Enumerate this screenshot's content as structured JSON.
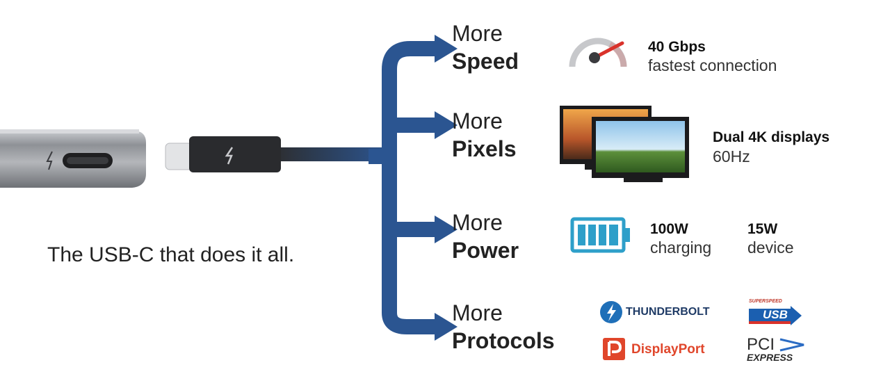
{
  "tagline": "The USB-C that does it all.",
  "features": [
    {
      "word": "More",
      "label": "Speed"
    },
    {
      "word": "More",
      "label": "Pixels"
    },
    {
      "word": "More",
      "label": "Power"
    },
    {
      "word": "More",
      "label": "Protocols"
    }
  ],
  "speed": {
    "value": "40 Gbps",
    "desc": "fastest connection"
  },
  "pixels": {
    "value": "Dual 4K displays",
    "desc": "60Hz"
  },
  "power": [
    {
      "value": "100W",
      "desc": "charging"
    },
    {
      "value": "15W",
      "desc": "device"
    }
  ],
  "logos": {
    "thunderbolt": "THUNDERBOLT",
    "usb_top": "SUPERSPEED",
    "usb_main": "USB",
    "displayport": "DisplayPort",
    "pci": "PCI",
    "express": "EXPRESS"
  },
  "colors": {
    "arrow": "#2b5591",
    "battery": "#2e9fc9",
    "gauge_needle": "#d9322b",
    "displayport": "#e0462b",
    "thunderbolt": "#1f6fb8",
    "usb": "#1b5fb0"
  }
}
